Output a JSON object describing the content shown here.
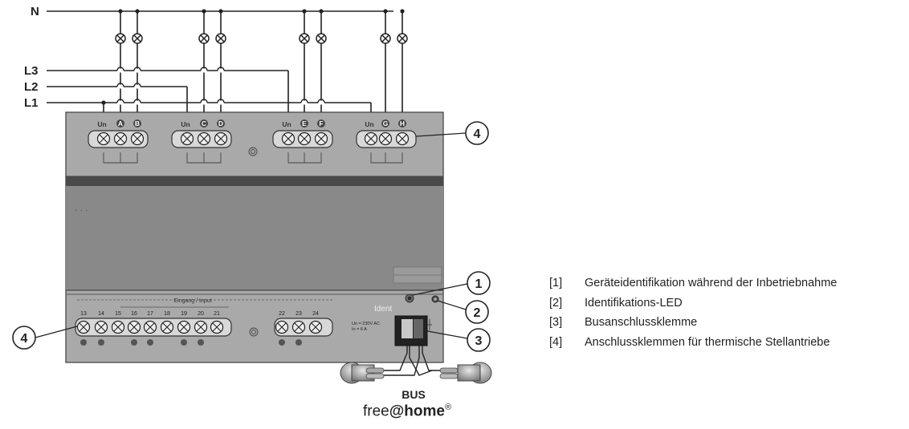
{
  "conductors": {
    "n": "N",
    "l3": "L3",
    "l2": "L2",
    "l1": "L1"
  },
  "terminal_labels": {
    "un": "Un",
    "a": "A",
    "b": "B",
    "c": "C",
    "d": "D",
    "e": "E",
    "f": "F",
    "g": "G",
    "h": "H"
  },
  "input_header": "Eingang / Input",
  "input_numbers": [
    "13",
    "14",
    "15",
    "16",
    "17",
    "18",
    "19",
    "20",
    "21",
    "22",
    "23",
    "24"
  ],
  "ident_label": "Ident",
  "rating": {
    "voltage": "Un = 230V AC",
    "current": "In = 6 A"
  },
  "callouts": [
    "1",
    "2",
    "3",
    "4"
  ],
  "bus_label": "BUS",
  "brand": {
    "prefix": "free",
    "at": "@",
    "name": "home",
    "mark": "®"
  },
  "legend": [
    {
      "num": "[1]",
      "text": "Geräteidentifikation während der Inbetriebnahme"
    },
    {
      "num": "[2]",
      "text": "Identifikations-LED"
    },
    {
      "num": "[3]",
      "text": "Busanschlussklemme"
    },
    {
      "num": "[4]",
      "text": "Anschlussklemmen für thermische Stellantriebe"
    }
  ]
}
